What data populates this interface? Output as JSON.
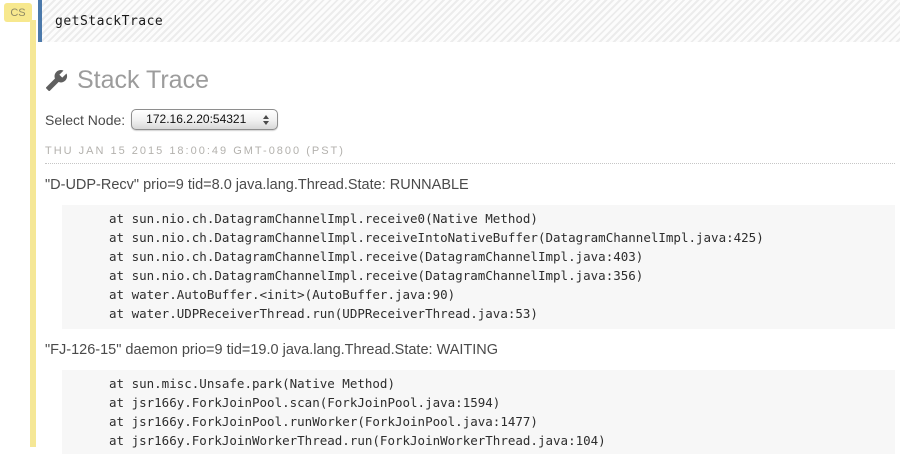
{
  "cell": {
    "badge": "CS",
    "input": "getStackTrace",
    "accent_color": "#4b79ab",
    "gutter_color": "#f5e796"
  },
  "output": {
    "title": "Stack Trace",
    "icon": "wrench-icon",
    "select_node": {
      "label": "Select Node:",
      "selected": "172.16.2.20:54321"
    },
    "timestamp": "THU JAN 15 2015 18:00:49 GMT-0800 (PST)",
    "threads": [
      {
        "header": "\"D-UDP-Recv\" prio=9 tid=8.0 java.lang.Thread.State: RUNNABLE",
        "frames": [
          "at sun.nio.ch.DatagramChannelImpl.receive0(Native Method)",
          "at sun.nio.ch.DatagramChannelImpl.receiveIntoNativeBuffer(DatagramChannelImpl.java:425)",
          "at sun.nio.ch.DatagramChannelImpl.receive(DatagramChannelImpl.java:403)",
          "at sun.nio.ch.DatagramChannelImpl.receive(DatagramChannelImpl.java:356)",
          "at water.AutoBuffer.<init>(AutoBuffer.java:90)",
          "at water.UDPReceiverThread.run(UDPReceiverThread.java:53)"
        ]
      },
      {
        "header": "\"FJ-126-15\" daemon prio=9 tid=19.0 java.lang.Thread.State: WAITING",
        "frames": [
          "at sun.misc.Unsafe.park(Native Method)",
          "at jsr166y.ForkJoinPool.scan(ForkJoinPool.java:1594)",
          "at jsr166y.ForkJoinPool.runWorker(ForkJoinPool.java:1477)",
          "at jsr166y.ForkJoinWorkerThread.run(ForkJoinWorkerThread.java:104)"
        ]
      }
    ]
  }
}
